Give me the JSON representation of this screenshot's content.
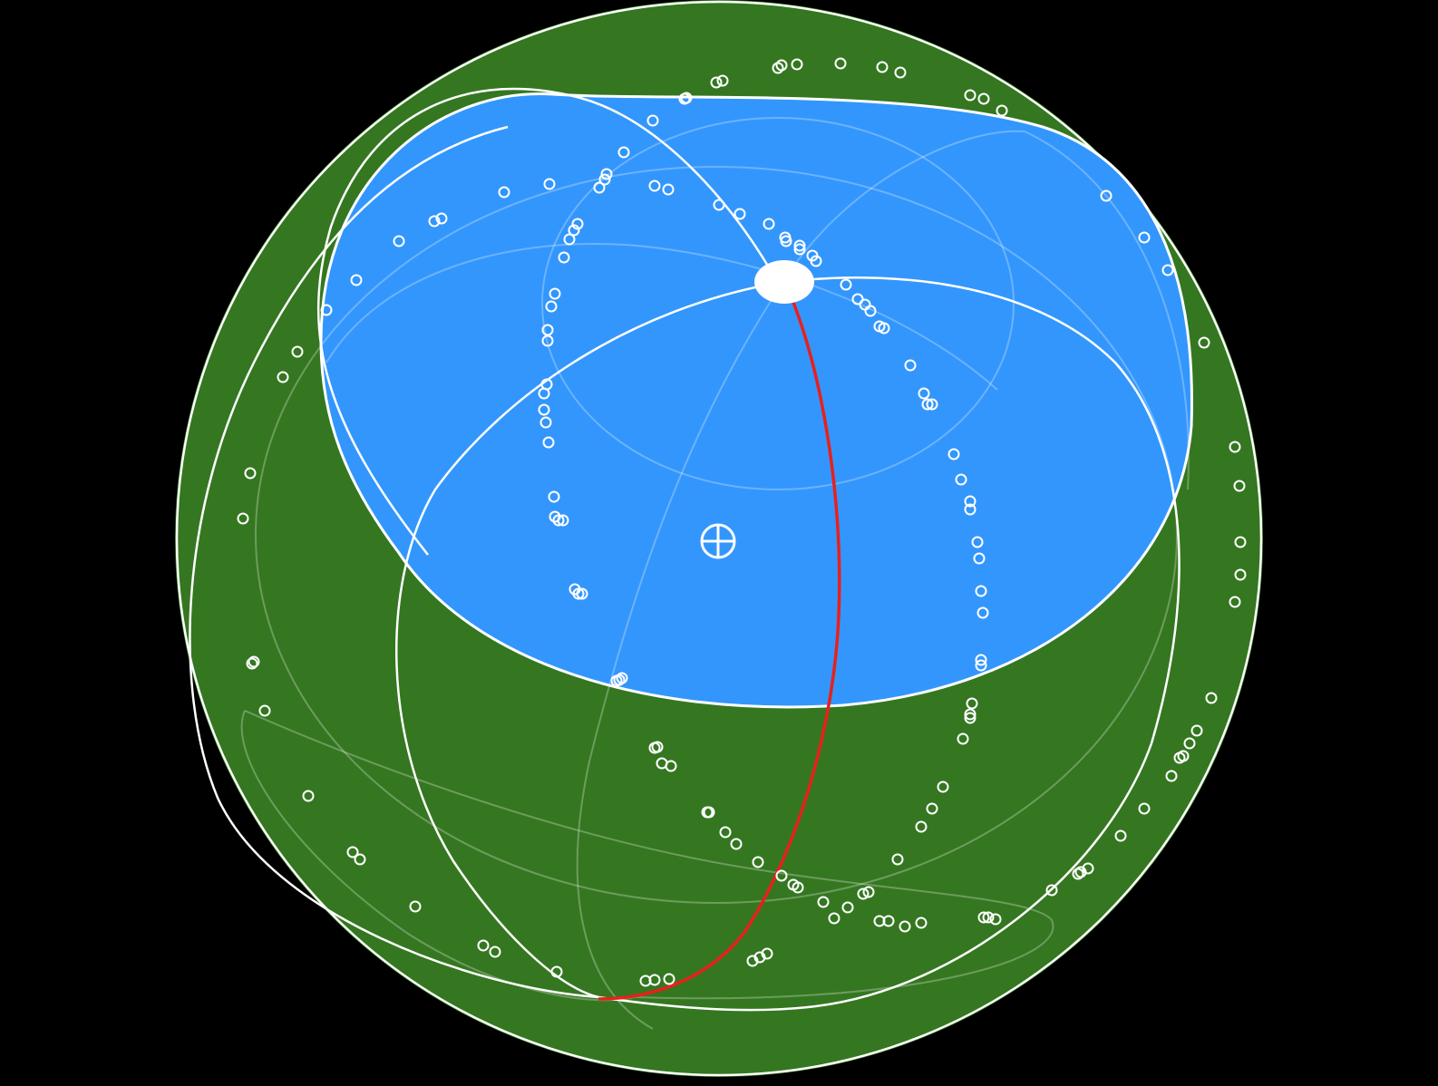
{
  "colors": {
    "background": "#000000",
    "ground": "#347720",
    "sky": "#3396fd",
    "line": "#ffffff",
    "faint_line": "rgba(255,255,255,0.28)",
    "path": "#e8201c"
  },
  "icons": {
    "sun": "white-ellipse",
    "zenith": "crosshair-circle-icon",
    "points": "hollow-circle-marker"
  },
  "point_marker_count": 180
}
